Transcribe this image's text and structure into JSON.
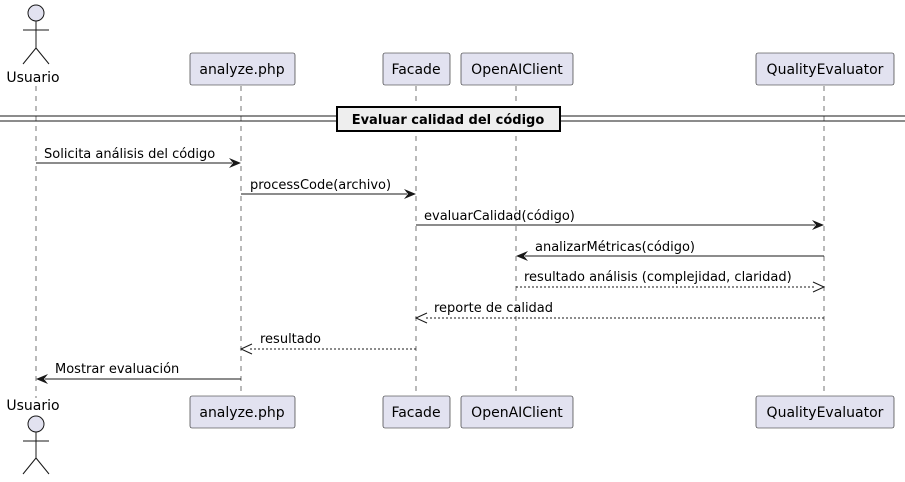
{
  "participants": [
    {
      "id": "usuario",
      "label": "Usuario",
      "kind": "actor"
    },
    {
      "id": "analyze",
      "label": "analyze.php",
      "kind": "participant"
    },
    {
      "id": "facade",
      "label": "Facade",
      "kind": "participant"
    },
    {
      "id": "openai",
      "label": "OpenAIClient",
      "kind": "participant"
    },
    {
      "id": "quality",
      "label": "QualityEvaluator",
      "kind": "participant"
    }
  ],
  "group": {
    "label": "Evaluar calidad del código"
  },
  "messages": [
    {
      "from": "usuario",
      "to": "analyze",
      "label": "Solicita análisis del código",
      "style": "solid"
    },
    {
      "from": "analyze",
      "to": "facade",
      "label": "processCode(archivo)",
      "style": "solid"
    },
    {
      "from": "facade",
      "to": "quality",
      "label": "evaluarCalidad(código)",
      "style": "solid"
    },
    {
      "from": "quality",
      "to": "openai",
      "label": "analizarMétricas(código)",
      "style": "solid"
    },
    {
      "from": "openai",
      "to": "quality",
      "label": "resultado análisis (complejidad, claridad)",
      "style": "dashed"
    },
    {
      "from": "quality",
      "to": "facade",
      "label": "reporte de calidad",
      "style": "dashed"
    },
    {
      "from": "facade",
      "to": "analyze",
      "label": "resultado",
      "style": "dashed"
    },
    {
      "from": "analyze",
      "to": "usuario",
      "label": "Mostrar evaluación",
      "style": "solid"
    }
  ]
}
